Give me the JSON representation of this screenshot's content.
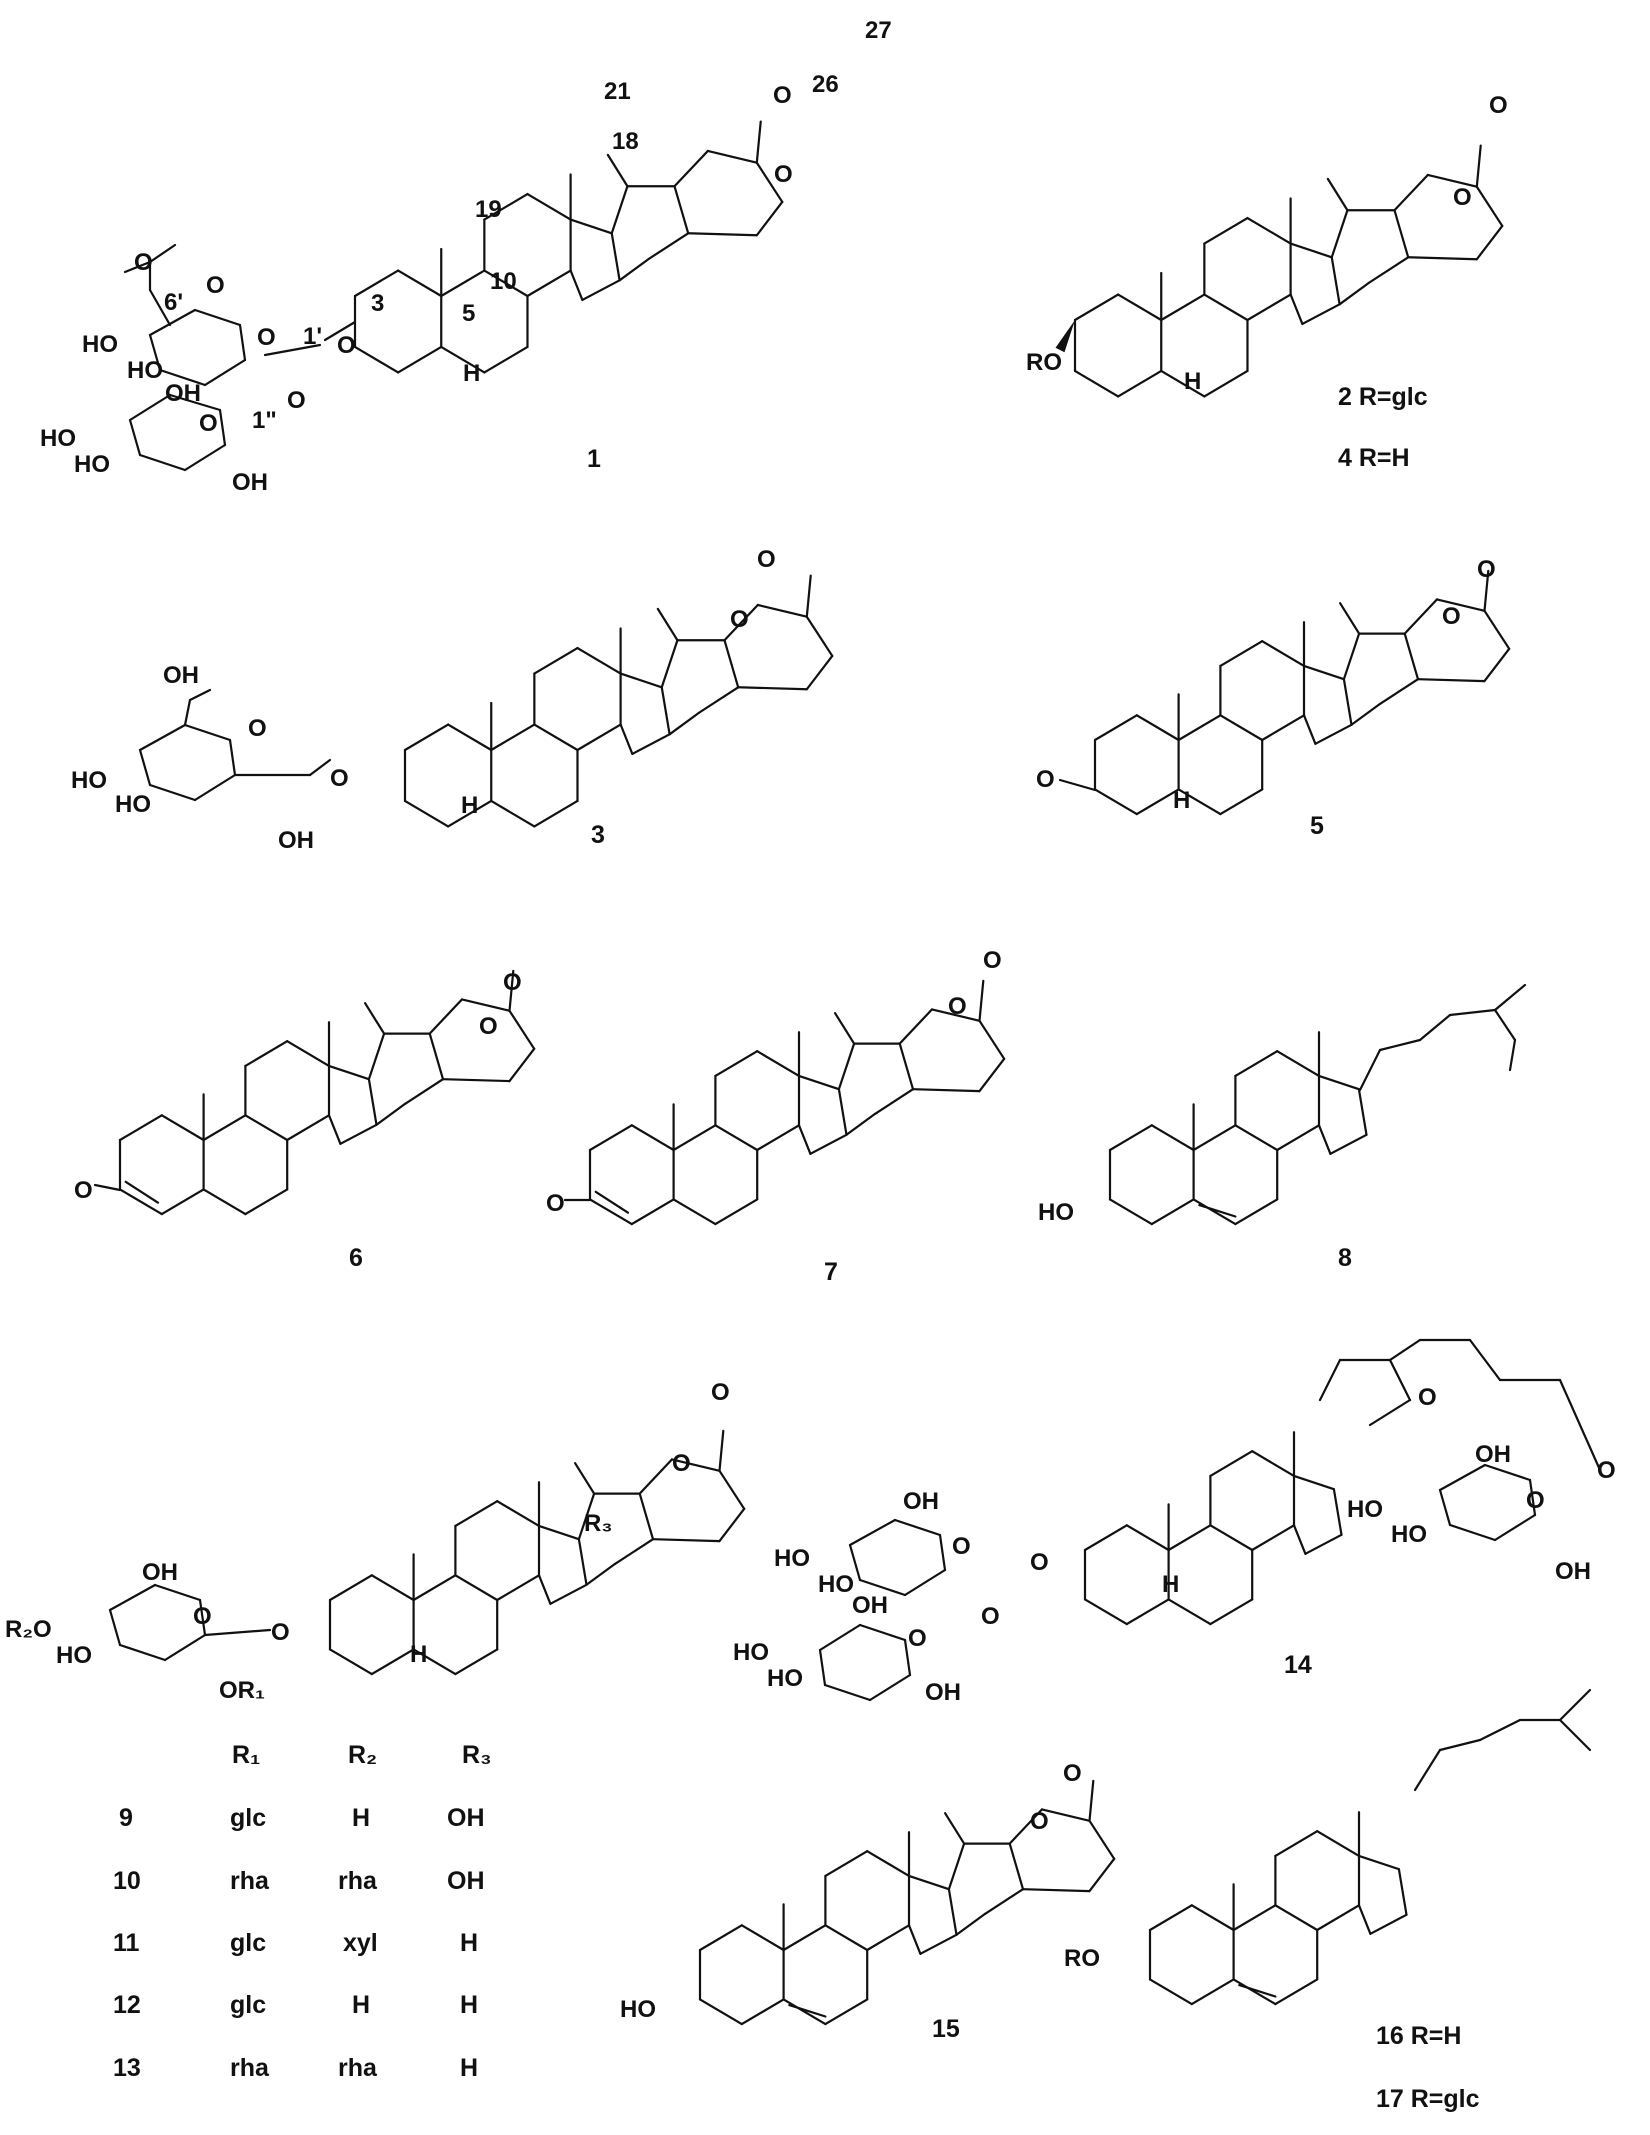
{
  "compound_labels": {
    "c1": "1",
    "c2": "2   R=glc",
    "c4": "4   R=H",
    "c3": "3",
    "c5": "5",
    "c6": "6",
    "c7": "7",
    "c8": "8",
    "c14": "14",
    "c15": "15",
    "c16": "16   R=H",
    "c17": "17   R=glc"
  },
  "atom_labels": {
    "O": "O",
    "HO": "HO",
    "OH": "OH",
    "H": "H",
    "RO": "RO",
    "R2O": "R₂O",
    "OR1": "OR₁",
    "R3": "R₃"
  },
  "position_numbers": {
    "p3": "3",
    "p5": "5",
    "p10": "10",
    "p18": "18",
    "p19": "19",
    "p21": "21",
    "p26": "26",
    "p27": "27",
    "p1p": "1'",
    "p1pp": "1\"",
    "p6p": "6'"
  },
  "substituent_table": {
    "headers": [
      "R₁",
      "R₂",
      "R₃"
    ],
    "rows": [
      {
        "id": "9",
        "r1": "glc",
        "r2": "H",
        "r3": "OH"
      },
      {
        "id": "10",
        "r1": "rha",
        "r2": "rha",
        "r3": "OH"
      },
      {
        "id": "11",
        "r1": "glc",
        "r2": "xyl",
        "r3": "H"
      },
      {
        "id": "12",
        "r1": "glc",
        "r2": "H",
        "r3": "H"
      },
      {
        "id": "13",
        "r1": "rha",
        "r2": "rha",
        "r3": "H"
      }
    ]
  }
}
